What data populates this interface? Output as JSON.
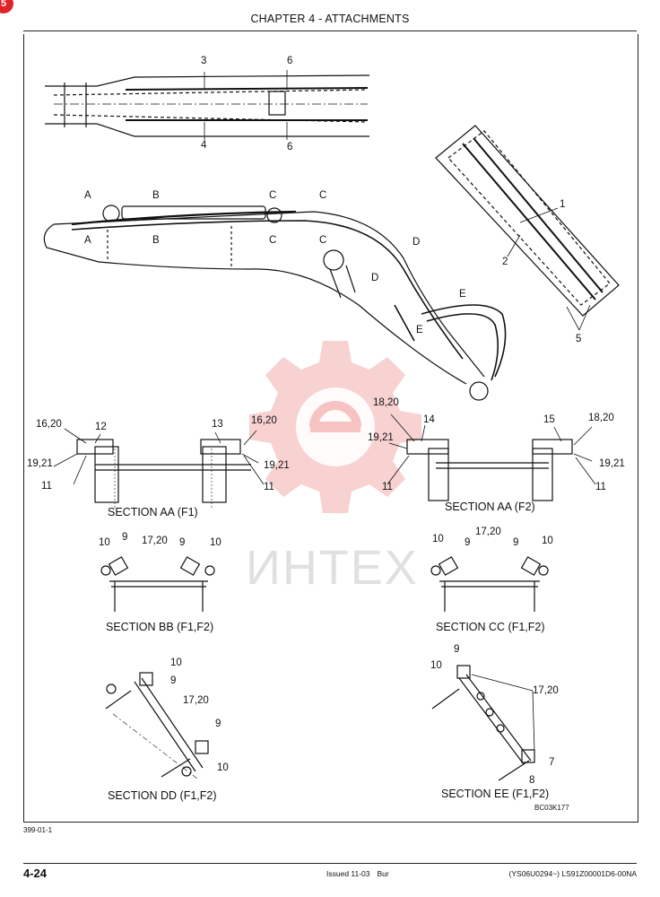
{
  "header": {
    "chapter_title": "CHAPTER 4 - ATTACHMENTS"
  },
  "corner_badge": {
    "text": "5",
    "color": "#e0242a"
  },
  "watermark": {
    "text": "ИНТЕХ",
    "color": "#f4b3b3"
  },
  "callouts": {
    "n1": "1",
    "n2": "2",
    "n3": "3",
    "n4": "4",
    "n5": "5",
    "n6a": "6",
    "n6b": "6",
    "n7": "7",
    "n8": "8",
    "n9a": "9",
    "n9b": "9",
    "n9c": "9",
    "n9d": "9",
    "n9e": "9",
    "n9f": "9",
    "n9g": "9",
    "n10a": "10",
    "n10b": "10",
    "n10c": "10",
    "n10d": "10",
    "n10e": "10",
    "n10f": "10",
    "n10g": "10",
    "n11a": "11",
    "n11b": "11",
    "n11c": "11",
    "n11d": "11",
    "n12": "12",
    "n13": "13",
    "n14": "14",
    "n15": "15",
    "n16_20a": "16,20",
    "n16_20b": "16,20",
    "n17_20a": "17,20",
    "n17_20b": "17,20",
    "n17_20c": "17,20",
    "n17_20d": "17,20",
    "n18_20a": "18,20",
    "n18_20b": "18,20",
    "n19_21a": "19,21",
    "n19_21b": "19,21",
    "n19_21c": "19,21",
    "n19_21d": "19,21"
  },
  "section_markers": {
    "a1": "A",
    "a2": "A",
    "b1": "B",
    "b2": "B",
    "c1": "C",
    "c2": "C",
    "c3": "C",
    "c4": "C",
    "d1": "D",
    "d2": "D",
    "e1": "E",
    "e2": "E"
  },
  "sections": {
    "aa_f1": "SECTION AA (F1)",
    "aa_f2": "SECTION AA (F2)",
    "bb": "SECTION BB (F1,F2)",
    "cc": "SECTION CC (F1,F2)",
    "dd": "SECTION DD (F1,F2)",
    "ee": "SECTION EE (F1,F2)"
  },
  "figure_id": "BC03K177",
  "doc_number": "399-01-1",
  "footer": {
    "page_number": "4-24",
    "issued": "Issued 11-03",
    "issuer": "Bur",
    "reference": "(YS06U0294~)   LS91Z00001D6-00NA"
  }
}
